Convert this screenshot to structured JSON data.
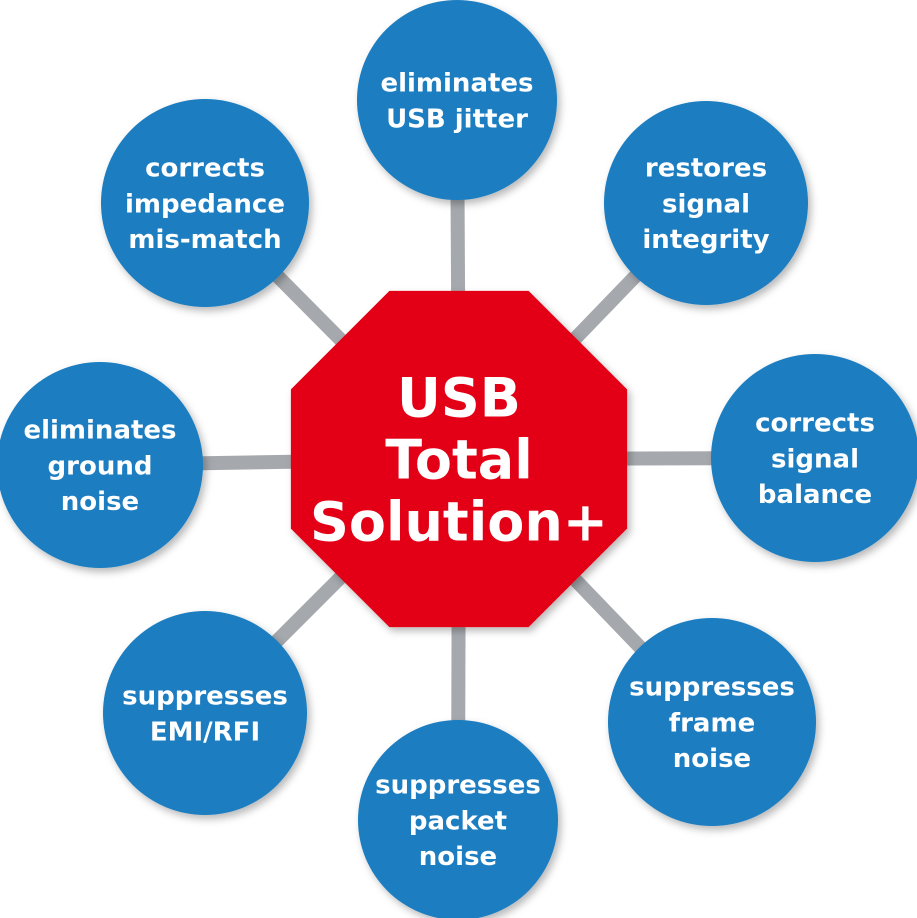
{
  "center": {
    "lines": [
      "USB",
      "Total",
      "Solution+"
    ],
    "color": "#e30613"
  },
  "nodes": [
    {
      "id": "top",
      "lines": [
        "eliminates",
        "USB jitter"
      ]
    },
    {
      "id": "top-right",
      "lines": [
        "restores",
        "signal",
        "integrity"
      ]
    },
    {
      "id": "right",
      "lines": [
        "corrects",
        "signal",
        "balance"
      ]
    },
    {
      "id": "bottom-right",
      "lines": [
        "suppresses",
        "frame",
        "noise"
      ]
    },
    {
      "id": "bottom",
      "lines": [
        "suppresses",
        "packet",
        "noise"
      ]
    },
    {
      "id": "bottom-left",
      "lines": [
        "suppresses",
        "EMI/RFI"
      ]
    },
    {
      "id": "left",
      "lines": [
        "eliminates",
        "ground",
        "noise"
      ]
    },
    {
      "id": "top-left",
      "lines": [
        "corrects",
        "impedance",
        "mis-match"
      ]
    }
  ],
  "colors": {
    "node": "#1a7dc0",
    "connector": "#a5a9ad",
    "text": "#ffffff"
  }
}
